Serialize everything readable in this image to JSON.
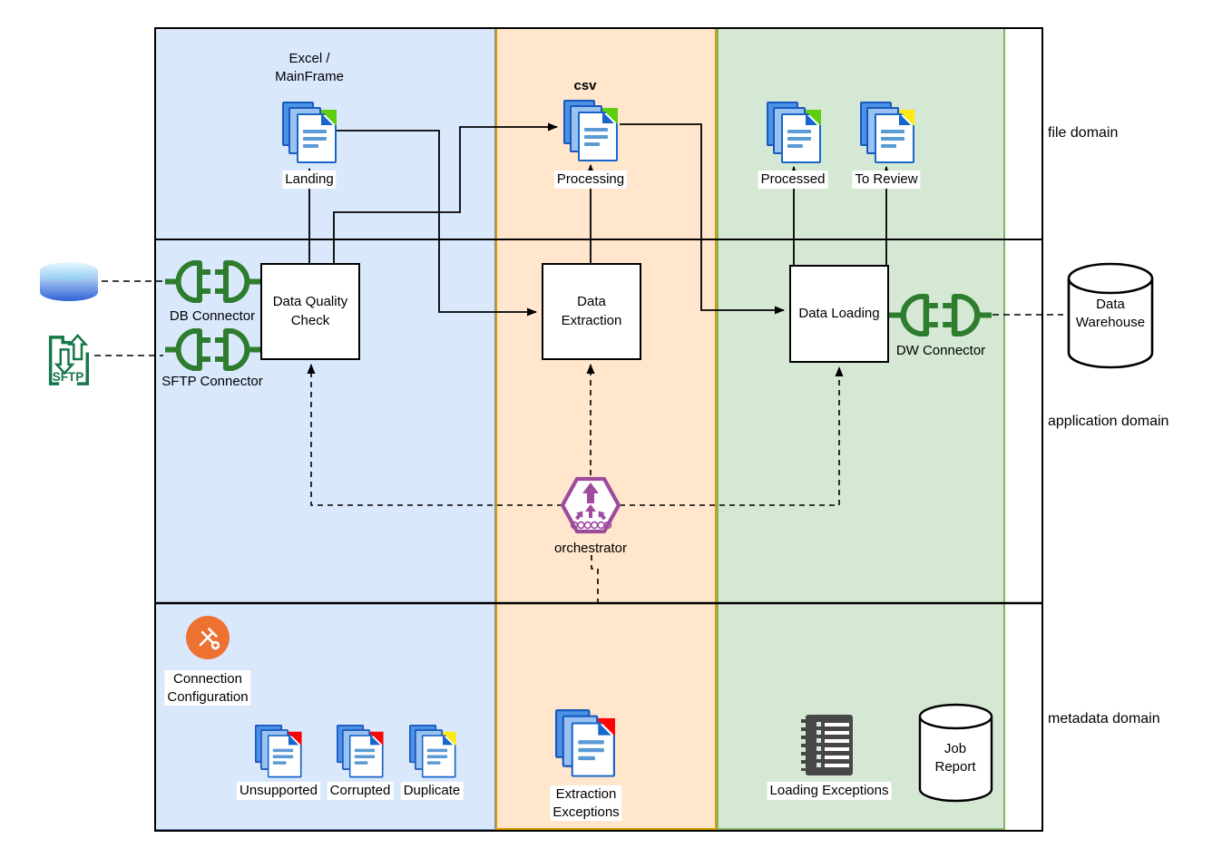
{
  "domains": {
    "file": "file domain",
    "application": "application domain",
    "metadata": "metadata domain"
  },
  "file_domain": {
    "source_system": "Excel /\nMainFrame",
    "format_tag": "csv",
    "folders": [
      {
        "label": "Landing",
        "corner": "green"
      },
      {
        "label": "Processing",
        "corner": "green"
      },
      {
        "label": "Processed",
        "corner": "green"
      },
      {
        "label": "To Review",
        "corner": "yellow"
      }
    ]
  },
  "application_domain": {
    "processes": [
      {
        "label": "Data Quality\nCheck"
      },
      {
        "label": "Data\nExtraction"
      },
      {
        "label": "Data Loading"
      }
    ],
    "connectors": [
      {
        "label": "DB Connector"
      },
      {
        "label": "SFTP Connector"
      },
      {
        "label": "DW Connector"
      }
    ],
    "sftp_icon_text": "SFTP",
    "warehouse_label": "Data\nWarehouse",
    "orchestrator_label": "orchestrator"
  },
  "metadata_domain": {
    "connection_configuration": "Connection\nConfiguration",
    "rejected_files": [
      {
        "label": "Unsupported",
        "corner": "red"
      },
      {
        "label": "Corrupted",
        "corner": "red"
      },
      {
        "label": "Duplicate",
        "corner": "yellow"
      }
    ],
    "extraction_exceptions": "Extraction\nExceptions",
    "loading_exceptions": "Loading Exceptions",
    "job_report": "Job\nReport"
  },
  "colors": {
    "band_blue": "#dae8fc",
    "band_blue_border": "#6c8ebf",
    "band_orange": "#ffe6cc",
    "band_orange_border": "#d79b00",
    "band_green": "#d5e8d4",
    "band_green_border": "#82b366",
    "doc_corner_green": "#5fcd10",
    "doc_corner_red": "#fa0505",
    "doc_corner_yellow": "#ffe912",
    "doc_blue": "#4b92e5",
    "plug_green": "#2e7d2f",
    "sftp_green": "#17784a",
    "orchestrator_purple": "#9e4b9e",
    "config_orange": "#ed7231",
    "notebook_gray": "#474747"
  }
}
